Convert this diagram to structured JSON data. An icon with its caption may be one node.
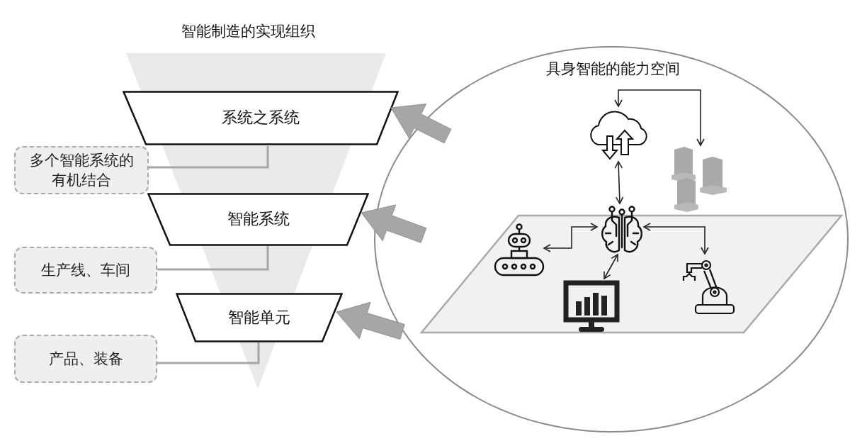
{
  "diagram": {
    "nodes": [
      {
        "text": [
          "系统之系统"
        ]
      },
      {
        "text": [
          "多个智能系统的有机结合"
        ]
      },
      {
        "text": [
          "智能系统"
        ]
      },
      {
        "text": [
          "生产线、车间"
        ]
      },
      {
        "text": [
          "智能单元"
        ]
      },
      {
        "text": [
          "产品、装备"
        ]
      },
      {
        "text": [
          "具身智能的能力空间"
        ]
      },
      {
        "text": [],
        "shape": "picture",
        "in": 6
      },
      {
        "text": [],
        "shape": "picture",
        "in": 6
      },
      {
        "text": [],
        "shape": "picture",
        "in": 6
      },
      {
        "text": [],
        "shape": "picture",
        "in": 6
      },
      {
        "text": [],
        "shape": "picture",
        "in": 6
      },
      {
        "text": [],
        "shape": "picture",
        "in": 6
      }
    ],
    "edges": [
      {
        "from": 0,
        "to": 1,
        "arrow": "none",
        "color": "#a6a6a6"
      },
      {
        "from": 2,
        "to": 3,
        "arrow": "none",
        "color": "#a6a6a6"
      },
      {
        "from": 4,
        "to": 5,
        "arrow": "none",
        "color": "#a6a6a6"
      },
      {
        "from": 6,
        "to": 0,
        "arrow": "to",
        "style": "thick",
        "color": "#a6a6a6"
      },
      {
        "from": 6,
        "to": 2,
        "arrow": "to",
        "style": "thick",
        "color": "#a6a6a6"
      },
      {
        "from": 6,
        "to": 4,
        "arrow": "to",
        "style": "thick",
        "color": "#a6a6a6"
      },
      {
        "from": 7,
        "to": 8,
        "arrow": "both"
      },
      {
        "from": 7,
        "to": 9,
        "arrow": "both"
      },
      {
        "from": 9,
        "to": 10,
        "arrow": "both"
      },
      {
        "from": 9,
        "to": 11,
        "arrow": "both"
      },
      {
        "from": 9,
        "to": 12,
        "arrow": "both"
      }
    ],
    "labels": [
      "智能制造的实现组织"
    ]
  }
}
